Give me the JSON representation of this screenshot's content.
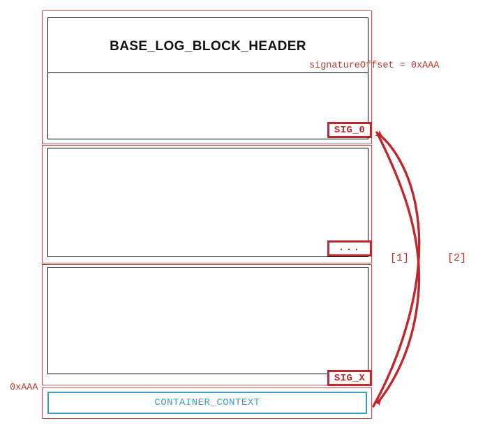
{
  "diagram": {
    "title": "BASE_LOG_BLOCK_HEADER",
    "colors": {
      "block_border": "#c0504d",
      "inner_border": "#000000",
      "accent_red": "#c0272d",
      "annotation_red": "#c0392b",
      "context_teal": "#3d9dc4",
      "background": "#ffffff"
    },
    "header_block": {
      "title": "BASE_LOG_BLOCK_HEADER",
      "offset_annotation": "signatureOffset = 0xAAA",
      "signature_badge": "SIG_0"
    },
    "middle_block": {
      "signature_badge": "..."
    },
    "last_block": {
      "signature_badge": "SIG_X"
    },
    "context_block": {
      "label": "CONTAINER_CONTEXT"
    },
    "offset_marker": {
      "label": "0xAAA"
    },
    "arrows": [
      {
        "id": "1",
        "label": "[1]",
        "from": "CONTAINER_CONTEXT",
        "to": "SIG_0"
      },
      {
        "id": "2",
        "label": "[2]",
        "from": "SIG_0",
        "to": "CONTAINER_CONTEXT"
      }
    ]
  }
}
